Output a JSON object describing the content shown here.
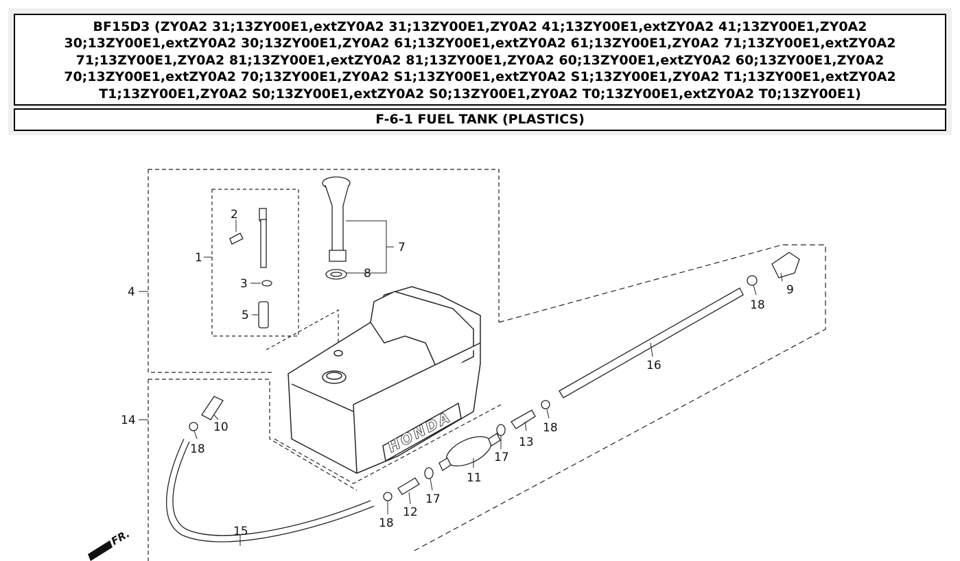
{
  "header": {
    "title": "BF15D3 (ZY0A2 31;13ZY00E1,extZY0A2 31;13ZY00E1,ZY0A2 41;13ZY00E1,extZY0A2 41;13ZY00E1,ZY0A2 30;13ZY00E1,extZY0A2 30;13ZY00E1,ZY0A2 61;13ZY00E1,extZY0A2 61;13ZY00E1,ZY0A2 71;13ZY00E1,extZY0A2 71;13ZY00E1,ZY0A2 81;13ZY00E1,extZY0A2 81;13ZY00E1,ZY0A2 60;13ZY00E1,extZY0A2 60;13ZY00E1,ZY0A2 70;13ZY00E1,extZY0A2 70;13ZY00E1,ZY0A2 S1;13ZY00E1,extZY0A2 S1;13ZY00E1,ZY0A2 T1;13ZY00E1,extZY0A2 T1;13ZY00E1,ZY0A2 S0;13ZY00E1,extZY0A2 S0;13ZY00E1,ZY0A2 T0;13ZY00E1,extZY0A2 T0;13ZY00E1)",
    "subtitle": "F-6-1 FUEL TANK (PLASTICS)"
  },
  "diagram": {
    "tank_brand": "HONDA",
    "front_marker": "FR.",
    "callouts": {
      "c1": "1",
      "c2": "2",
      "c3": "3",
      "c4": "4",
      "c5": "5",
      "c7": "7",
      "c8": "8",
      "c9": "9",
      "c10": "10",
      "c11": "11",
      "c12": "12",
      "c13": "13",
      "c14": "14",
      "c15": "15",
      "c16": "16",
      "c17": "17",
      "c18": "18"
    }
  }
}
